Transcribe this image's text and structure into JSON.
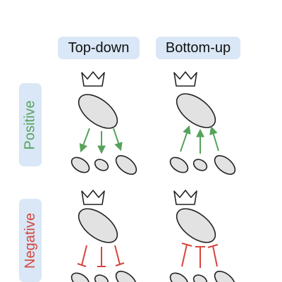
{
  "columns": {
    "top_down": "Top-down",
    "bottom_up": "Bottom-up"
  },
  "rows": {
    "positive": "Positive",
    "negative": "Negative"
  },
  "colors": {
    "header_bg": "#d9e7f6",
    "positive": "#55a35b",
    "negative": "#d6453d",
    "node_fill": "#e2e2e2",
    "node_stroke": "#222222"
  },
  "icons": [
    "crown-icon",
    "parent-node",
    "child-node",
    "arrow-down",
    "arrow-up",
    "inhibit-down",
    "inhibit-up"
  ]
}
